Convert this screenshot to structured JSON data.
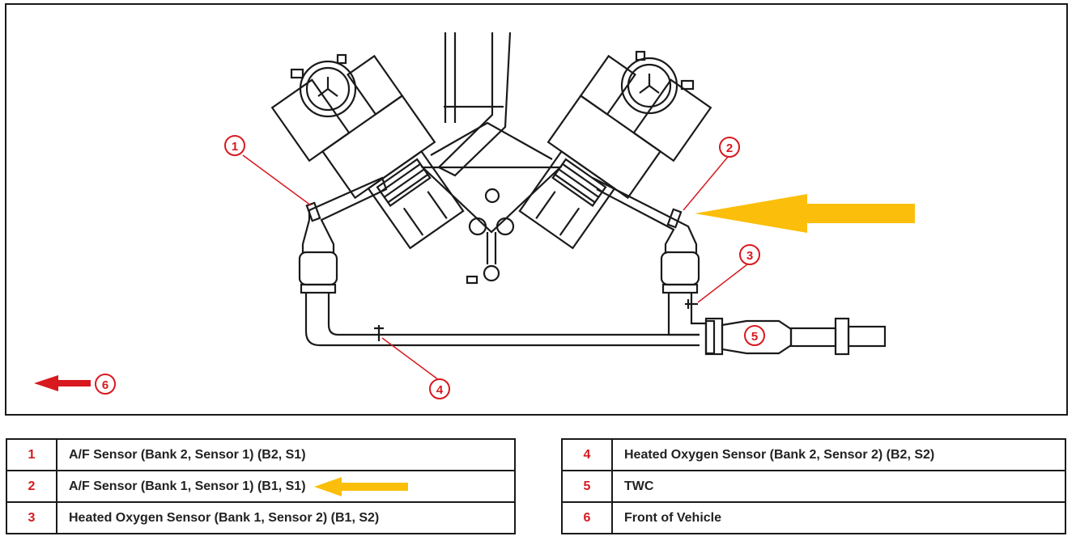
{
  "diagram": {
    "callouts": [
      "1",
      "2",
      "3",
      "4",
      "5",
      "6"
    ],
    "highlight_color": "#fbbf0b",
    "callout_color": "#d8191f",
    "line_color": "#1a1a1a"
  },
  "legend_left": [
    {
      "num": "1",
      "label": "A/F Sensor (Bank 2, Sensor 1) (B2, S1)"
    },
    {
      "num": "2",
      "label": "A/F Sensor (Bank 1, Sensor 1) (B1, S1)"
    },
    {
      "num": "3",
      "label": "Heated Oxygen Sensor (Bank 1, Sensor 2) (B1, S2)"
    }
  ],
  "legend_right": [
    {
      "num": "4",
      "label": "Heated Oxygen Sensor (Bank 2, Sensor 2) (B2, S2)"
    },
    {
      "num": "5",
      "label": "TWC"
    },
    {
      "num": "6",
      "label": "Front of Vehicle"
    }
  ]
}
